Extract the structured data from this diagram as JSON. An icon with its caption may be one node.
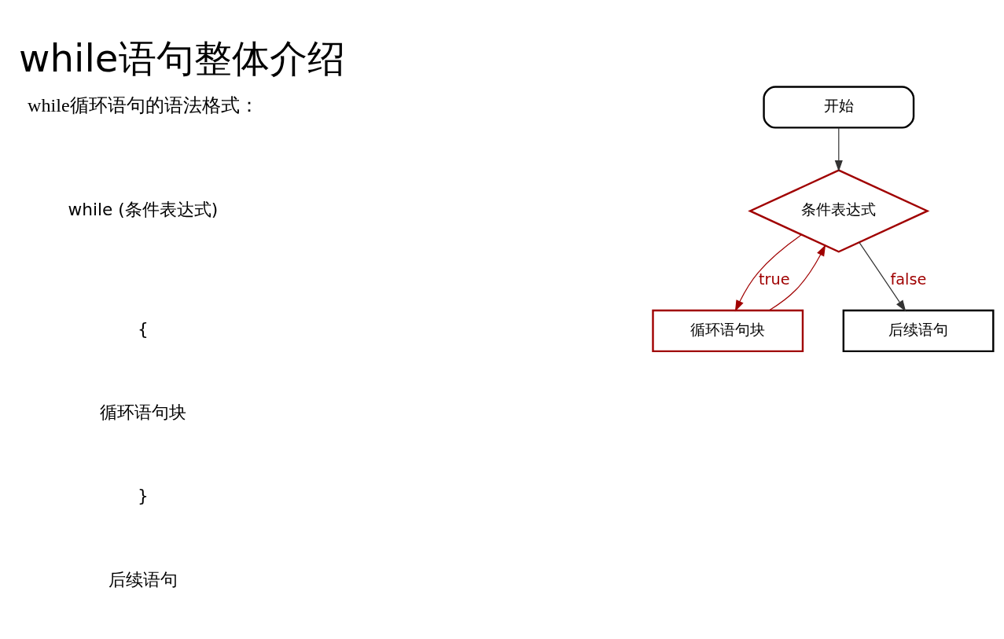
{
  "diagram": {
    "title": "while语句整体介绍",
    "nodes": [
      {
        "text": [
          "开始"
        ]
      },
      {
        "text": [
          "条件表达式"
        ]
      },
      {
        "text": [
          "循环语句块"
        ]
      },
      {
        "text": [
          "后续语句"
        ]
      }
    ],
    "edges": [
      {
        "from": 0,
        "to": 1,
        "arrow": "to"
      },
      {
        "from": 1,
        "to": 2,
        "arrow": "to",
        "label": "true",
        "color": "#a00000"
      },
      {
        "from": 2,
        "to": 1,
        "arrow": "to",
        "color": "#a00000"
      },
      {
        "from": 1,
        "to": 3,
        "arrow": "to",
        "label": "false"
      }
    ],
    "labels": [
      "while循环语句的语法格式：",
      "while (条件表达式)",
      "{",
      "循环语句块",
      "}",
      "后续语句"
    ]
  }
}
